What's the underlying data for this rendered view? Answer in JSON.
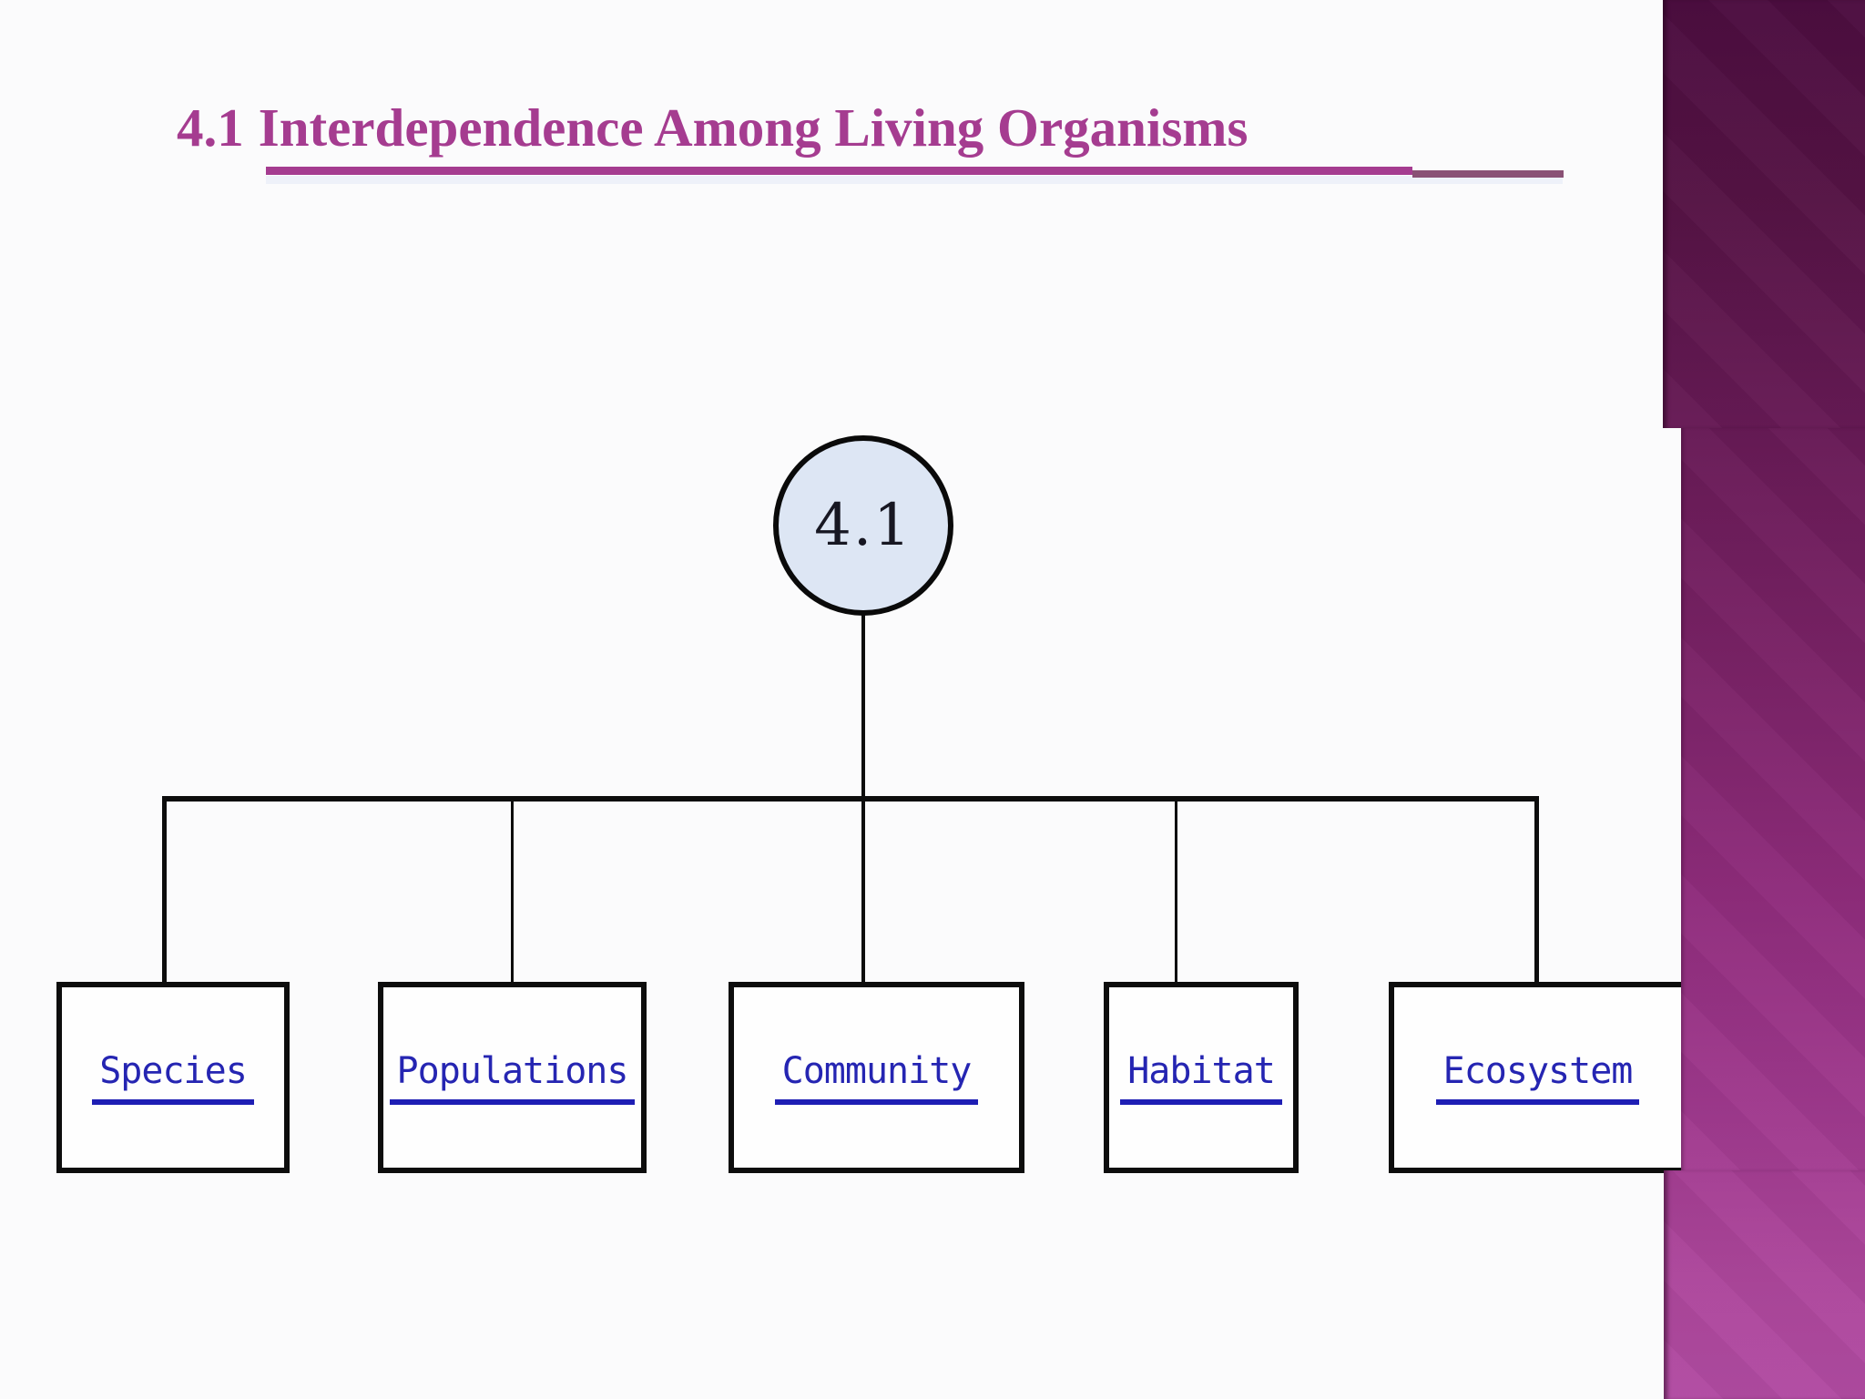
{
  "slide": {
    "title": {
      "number": "4.1",
      "text": "Interdependence Among Living Organisms"
    }
  },
  "tree": {
    "root": {
      "label": "4.1"
    },
    "children": [
      {
        "label": "Species"
      },
      {
        "label": "Populations"
      },
      {
        "label": "Community"
      },
      {
        "label": "Habitat"
      },
      {
        "label": "Ecosystem"
      }
    ]
  },
  "colors": {
    "title_accent": "#a53c90",
    "underline_extension": "#8a5175",
    "node_text": "#2525b2",
    "node_border": "#0d0d0d",
    "root_circle_fill": "#dde6f4",
    "connector": "#0d0d0d",
    "sidebar_gradient_top": "#4c0d40",
    "sidebar_gradient_bottom": "#b14ba2"
  }
}
